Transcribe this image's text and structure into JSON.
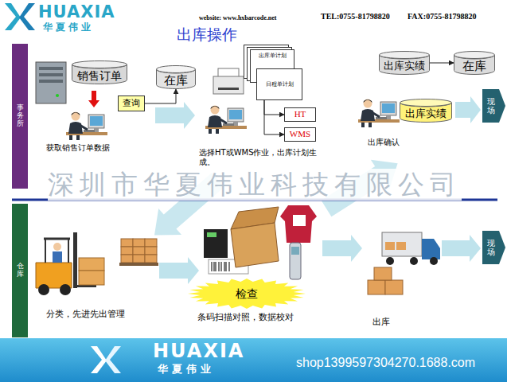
{
  "diagram": {
    "title": "出库操作",
    "nodes": [
      {
        "text": [
          "事务所"
        ]
      },
      {
        "text": [
          "销售订单"
        ]
      },
      {
        "text": [
          "查询"
        ]
      },
      {
        "text": [
          "在库"
        ]
      },
      {
        "text": [
          "出库单计划"
        ]
      },
      {
        "text": [
          "日程单计划"
        ]
      },
      {
        "text": [
          "HT"
        ]
      },
      {
        "text": [
          "WMS"
        ]
      },
      {
        "text": [
          "出库实绩"
        ]
      },
      {
        "text": [
          "在库"
        ]
      },
      {
        "text": [
          "出库实绩"
        ]
      },
      {
        "text": [
          "现场"
        ]
      },
      {
        "text": [
          "仓库"
        ]
      },
      {
        "text": [
          "检查"
        ]
      },
      {
        "text": [
          "现场"
        ]
      }
    ],
    "edges": [
      {
        "from": 2,
        "to": 3,
        "arrow": "to"
      },
      {
        "from": 5,
        "to": 6,
        "arrow": "to"
      },
      {
        "from": 5,
        "to": 7,
        "arrow": "to"
      },
      {
        "from": 8,
        "to": 9,
        "arrow": "to"
      }
    ],
    "labels": [
      "HUAXIA",
      "华夏伟业",
      "website: www.hxbarcode.net",
      "TEL:0755-81798820",
      "FAX:0755-81798820",
      "获取销售订单数据",
      "选择HT或WMS作业，出库计划生成。",
      "出库确认",
      "深圳市华夏伟业科技有限公司",
      "分类，先进先出管理",
      "条码扫描对照，数据校对",
      "出库",
      "HUAXIA",
      "华夏伟业",
      "shop1399597304270.1688.com"
    ]
  }
}
